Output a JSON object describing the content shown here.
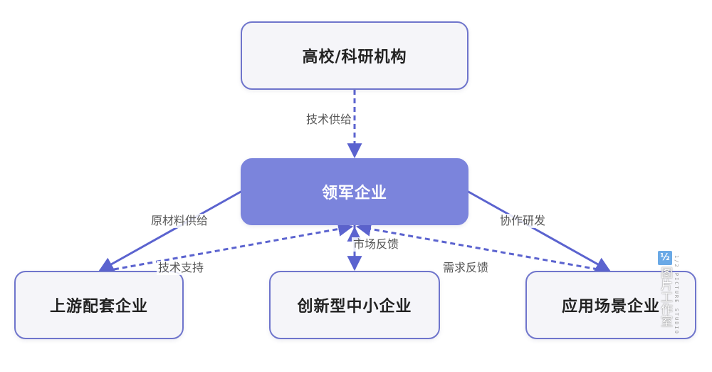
{
  "nodes": {
    "top": "高校/科研机构",
    "lead": "领军企业",
    "left": "上游配套企业",
    "middle": "创新型中小企业",
    "right": "应用场景企业"
  },
  "edges": {
    "tech_supply": "技术供给",
    "raw_material_supply": "原材料供给",
    "tech_support": "技术支持",
    "market_feedback": "市场反馈",
    "demand_feedback": "需求反馈",
    "collab_rd": "协作研发"
  },
  "colors": {
    "edge": "#5b63cf",
    "lead_fill": "#7b84dc",
    "node_border": "#6f75cc",
    "node_fill": "#f5f5f9"
  },
  "watermark": {
    "logo": "½",
    "text": "图片工作室",
    "sub": "1/2 PICTURE STUDIO"
  }
}
